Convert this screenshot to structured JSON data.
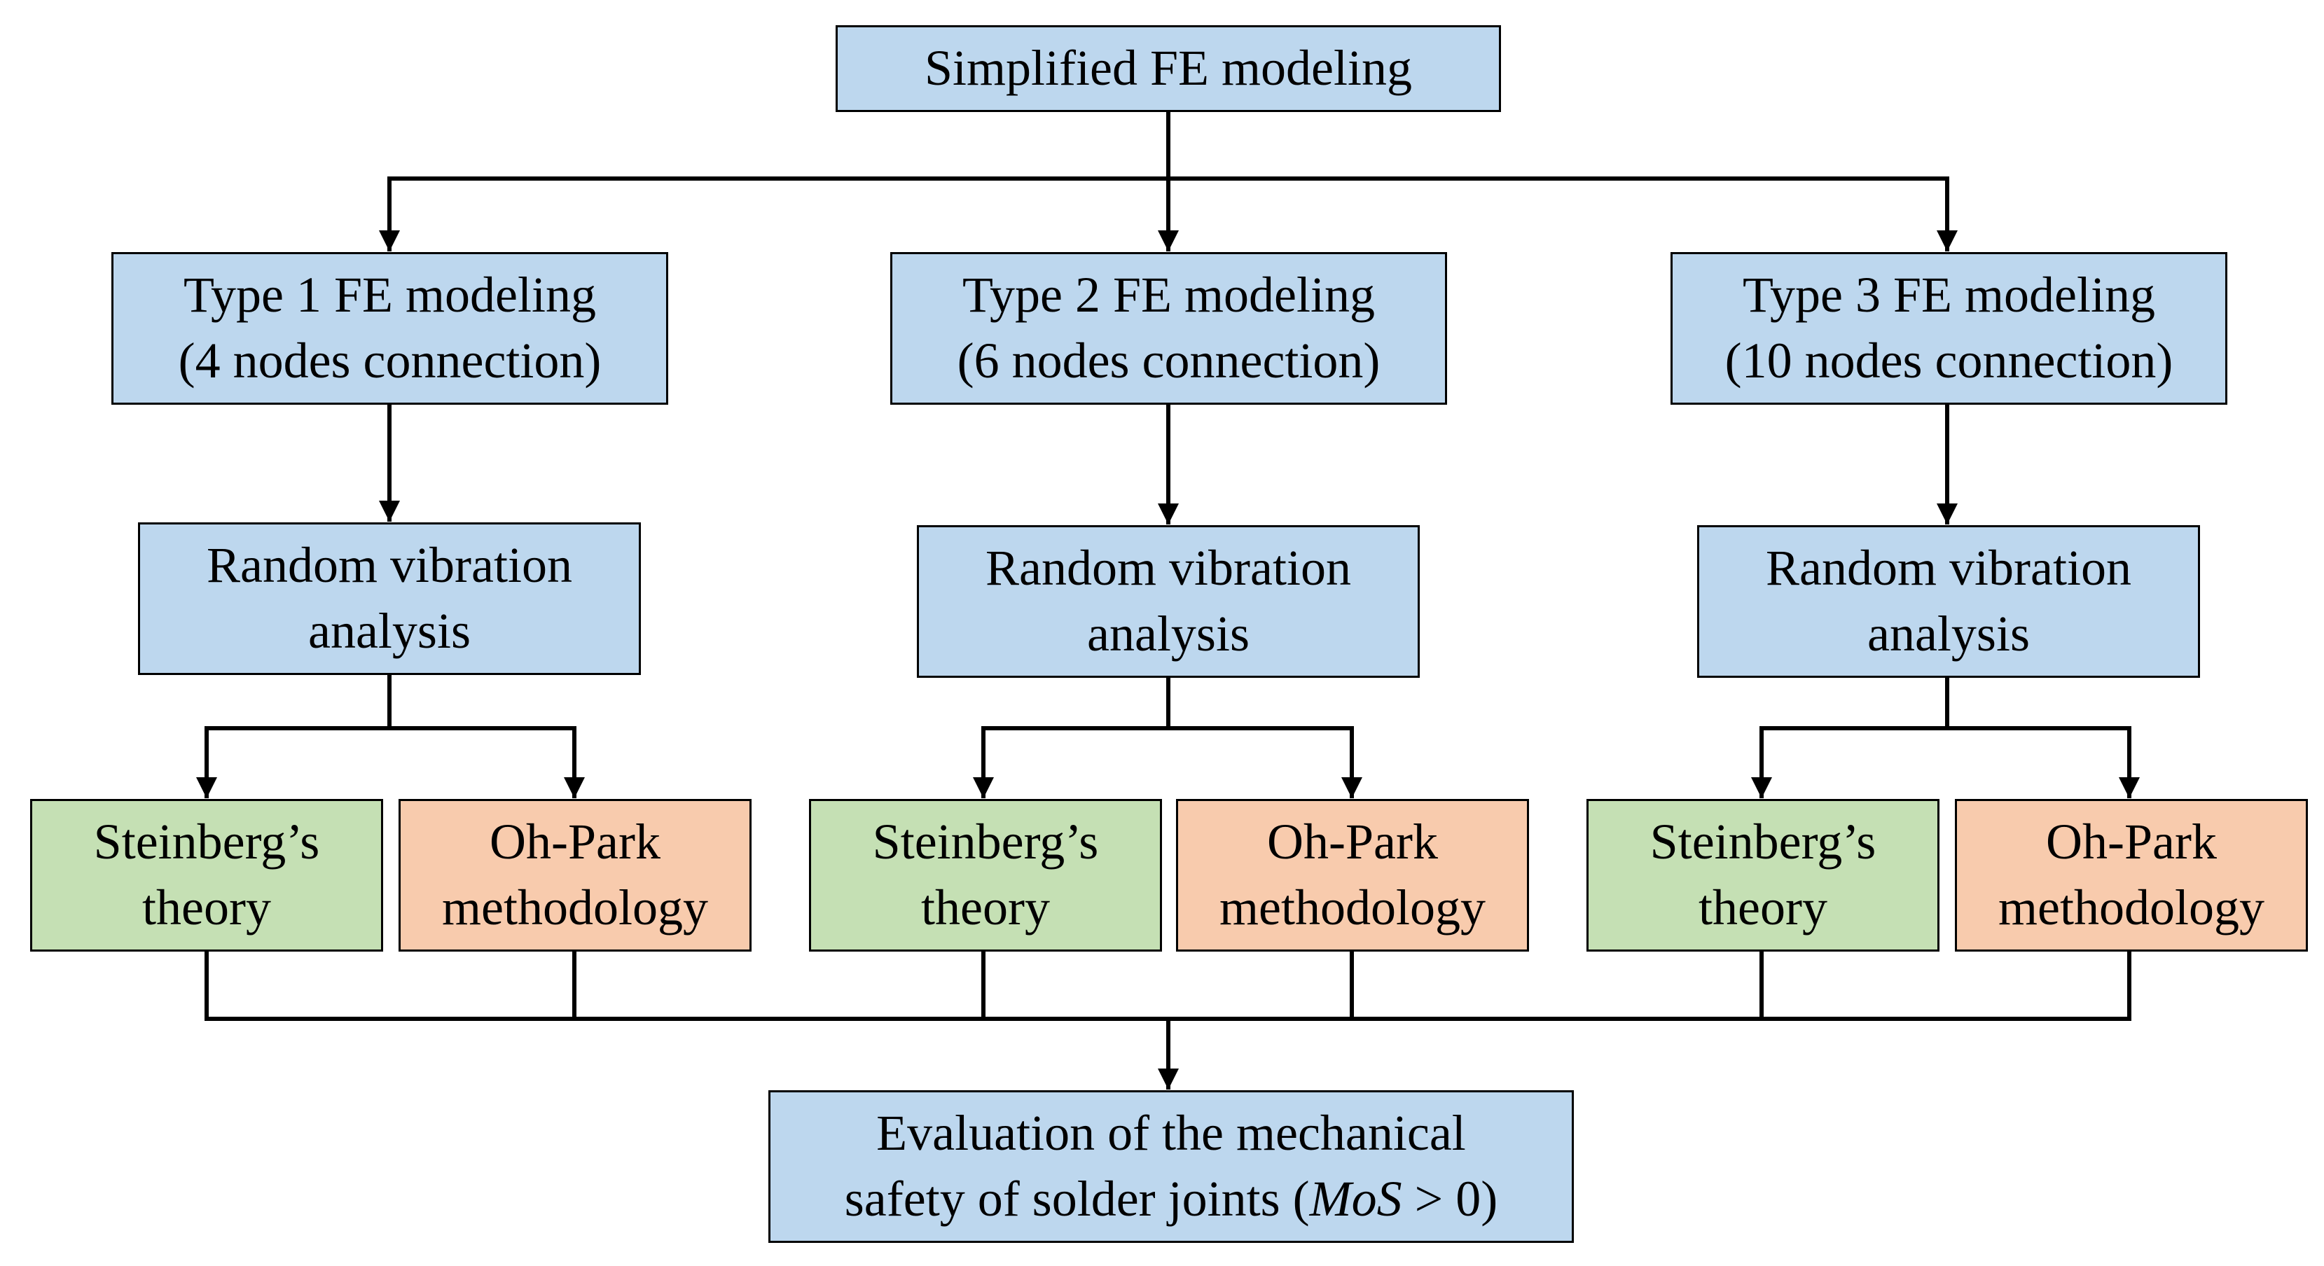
{
  "top": {
    "label": "Simplified FE modeling"
  },
  "types": [
    {
      "line1": "Type 1 FE modeling",
      "line2": "(4 nodes connection)"
    },
    {
      "line1": "Type 2 FE modeling",
      "line2": "(6 nodes connection)"
    },
    {
      "line1": "Type 3 FE modeling",
      "line2": "(10 nodes connection)"
    }
  ],
  "analysis": {
    "line1": "Random vibration",
    "line2": "analysis"
  },
  "steinberg": {
    "line1": "Steinberg’s",
    "line2": "theory"
  },
  "ohpark": {
    "line1": "Oh-Park",
    "line2": "methodology"
  },
  "evaluation": {
    "line1": "Evaluation of the mechanical",
    "line2_prefix": "safety of solder joints (",
    "line2_italic": "MoS",
    "line2_suffix": " > 0)"
  },
  "colors": {
    "blue": "#bdd7ee",
    "green": "#c5e0b4",
    "orange": "#f8cbad",
    "line": "#000000"
  }
}
